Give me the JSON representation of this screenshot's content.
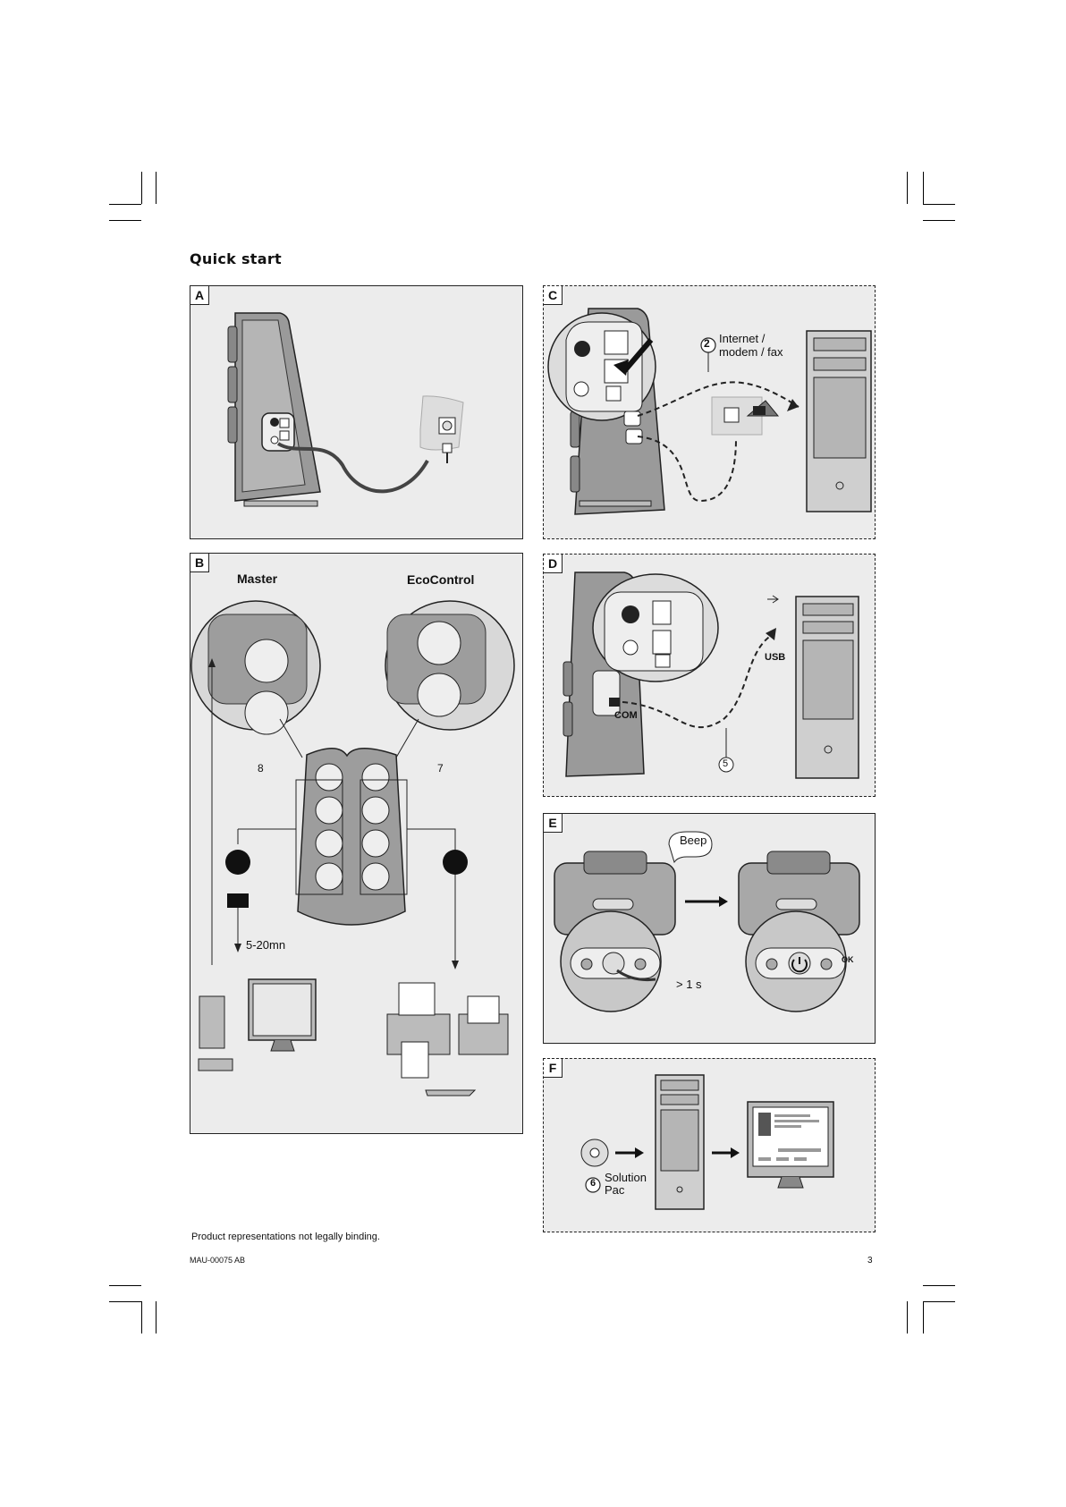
{
  "page": {
    "title": "Quick start",
    "footer_note": "Product representations not legally binding.",
    "doc_code": "MAU-00075 AB",
    "page_number": "3"
  },
  "panels": {
    "A": {
      "label": "A"
    },
    "B": {
      "label": "B",
      "master_label": "Master",
      "ecocontrol_label": "EcoControl",
      "callout_8": "8",
      "callout_7": "7",
      "timer_label": "5-20mn"
    },
    "C": {
      "label": "C",
      "callout_2": "2",
      "line1": "Internet /",
      "line2": "modem / fax"
    },
    "D": {
      "label": "D",
      "usb_label": "USB",
      "com_label": "COM",
      "callout_5": "5"
    },
    "E": {
      "label": "E",
      "beep_label": "Beep",
      "duration_label": "> 1 s",
      "ok_label": "OK"
    },
    "F": {
      "label": "F",
      "callout_6": "6",
      "solution_line1": "Solution",
      "solution_line2": "Pac"
    }
  },
  "icons": [
    "wall-socket-icon",
    "plug-icon",
    "phone-jack-icon",
    "usb-icon",
    "cd-icon",
    "battery-icon",
    "surge-icon",
    "power-button-icon",
    "warning-icon",
    "arrow-right-icon"
  ]
}
